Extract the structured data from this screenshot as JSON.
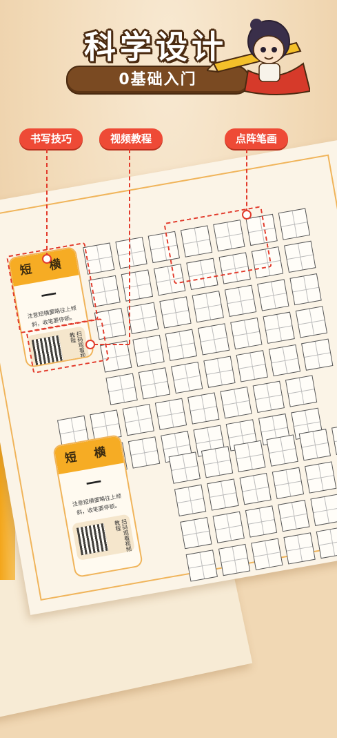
{
  "header": {
    "title": "科学设计",
    "subtitle": "0基础入门"
  },
  "callouts": [
    {
      "label": "书写技巧"
    },
    {
      "label": "视频教程"
    },
    {
      "label": "点阵笔画"
    }
  ],
  "lesson_cards": [
    {
      "title": "短 横",
      "stroke": "一",
      "note": "注意短横要略往上倾斜，收笔要停顿。",
      "qr_label": "扫码观看视频教程"
    },
    {
      "title": "短 横",
      "stroke": "一",
      "note": "注意短横要略往上倾斜，收笔要停顿。",
      "qr_label": "扫码观看视频教程"
    }
  ],
  "colors": {
    "accent": "#ee4a36",
    "card_header": "#f6ac24",
    "frame": "#f0b45a",
    "background": "#f1d8b4"
  }
}
